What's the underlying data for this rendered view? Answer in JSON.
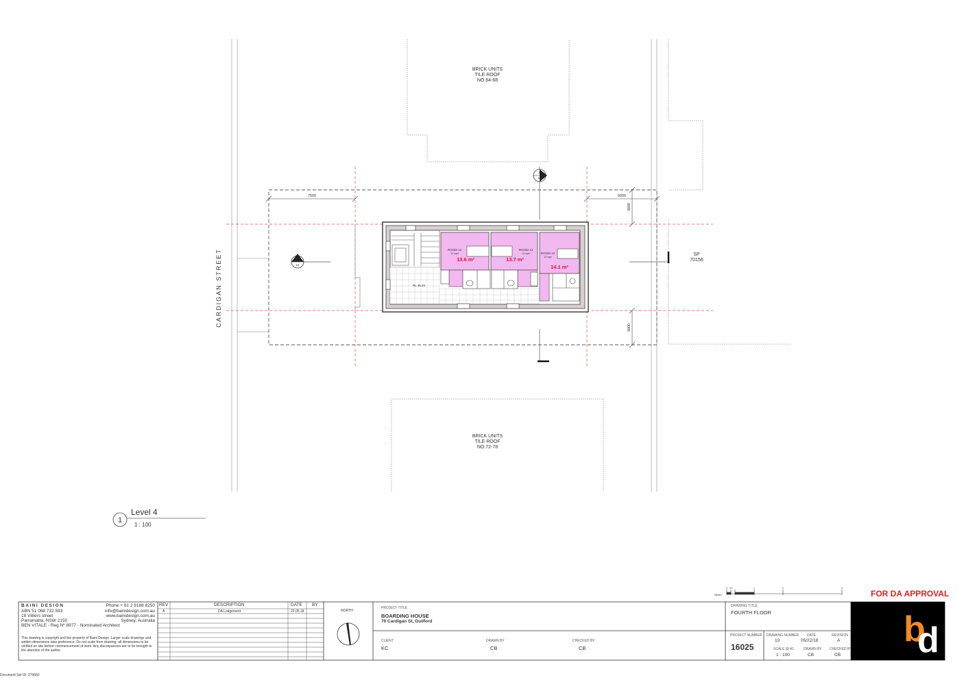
{
  "labels": {
    "north_building": [
      "BRICK UNITS",
      "TILE ROOF",
      "NO.64-68"
    ],
    "south_building": [
      "BRICK UNITS",
      "TILE ROOF",
      "NO.72-78"
    ],
    "street": "CARDIGAN   STREET",
    "neighbour": [
      "SP",
      "70156"
    ],
    "dim_left": "7500",
    "dim_right": "6000",
    "dim_top": "3000",
    "dim_bottom": "3000",
    "rl": "RL 45.20",
    "section_top": [
      "2",
      "12"
    ],
    "section_left": [
      "1",
      "12"
    ]
  },
  "rooms": [
    {
      "name": "ROOM 12",
      "note": "12 sqm",
      "area": "13.6 m²"
    },
    {
      "name": "ROOM 13",
      "note": "12 sqm",
      "area": "13.7 m²"
    },
    {
      "name": "ROOM 14",
      "note": "12 sqm",
      "area": "14.1 m²"
    }
  ],
  "view": {
    "number": "1",
    "title": "Level 4",
    "scale": "1 : 100"
  },
  "approval": "FOR DA APPROVAL",
  "firm": {
    "name": "BAINI DESIGN",
    "abn": "ABN 51 068 732 593",
    "street": "18 Villiers street",
    "suburb": "Parramatta, NSW 2150",
    "architect": "BEN VITALE - Reg Nº 8977 - Nominated Architect",
    "phone": "Phone + 61 2 9188 8250",
    "email": "info@bainidesign.com.au",
    "web": "www.bainidesign.com.au",
    "city": "Sydney, Australia",
    "copyright": "This drawing is copyright and the property of Baini Design. Larger scale drawings and written dimensions take preference. Do not scale from drawing; all dimensions to be verified on site before commencement of work. Any discrepancies are to be brought to the attention of the author."
  },
  "revisions": {
    "headers": {
      "rev": "REV",
      "description": "DESCRIPTION",
      "date": "DATE",
      "by": "BY"
    },
    "rows": [
      {
        "rev": "A",
        "description": "DA Lodgement",
        "date": "22.05.18",
        "by": ""
      }
    ]
  },
  "north_label": "NORTH",
  "project": {
    "title_label": "PROJECT TITLE",
    "title": "BOARDING HOUSE",
    "address": "70 Cardigan St, Guilford",
    "client_label": "CLIENT",
    "client": "KC",
    "drawn_label": "DRAWN BY",
    "drawn": "CB",
    "checked_label": "CHECKED BY",
    "checked": "CB"
  },
  "drawing": {
    "title_label": "DRAWING TITLE",
    "title": "FOURTH FLOOR",
    "project_number_label": "PROJECT NUMBER",
    "project_number": "16025",
    "drawing_number_label": "DRAWING NUMBER",
    "drawing_number": "10",
    "date_label": "DATE",
    "date": "05/22/18",
    "revision_label": "REVISION",
    "revision": "A",
    "scale_label": "SCALE @ A1",
    "scale": "1 : 100",
    "drawn_label": "DRAWN BY",
    "drawn": "CB",
    "checked_label": "CHECKED BY",
    "checked": "CB"
  },
  "scale_bar": {
    "unit": "Metres",
    "ticks": [
      "0",
      "0.5",
      "1",
      "2",
      "5"
    ]
  },
  "document_id": "Document Set ID: 279660"
}
